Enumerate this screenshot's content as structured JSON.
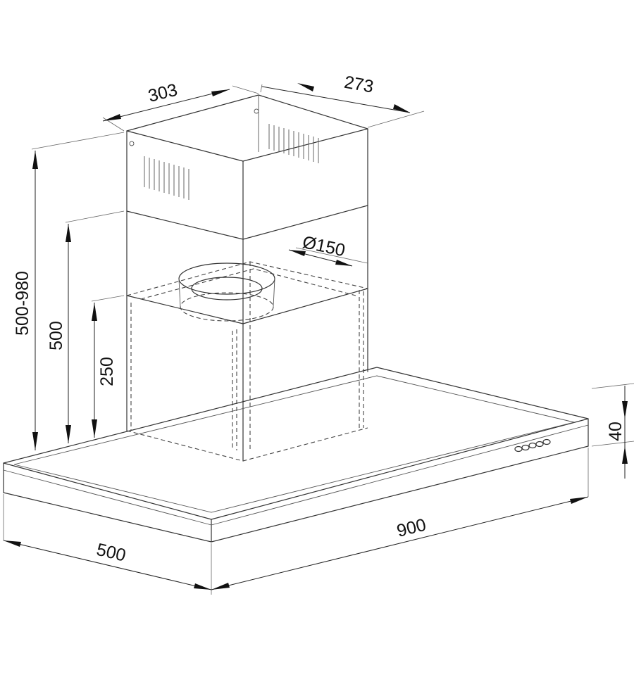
{
  "dimensions": {
    "chimney_width": "303",
    "chimney_depth": "273",
    "duct_diameter": "Ø150",
    "total_height": "500-980",
    "lower_chimney_height": "500",
    "motor_box_height": "250",
    "canopy_thickness": "40",
    "canopy_width": "900",
    "canopy_depth": "500"
  },
  "colors": {
    "line": "#333333",
    "text": "#111111",
    "background": "#ffffff"
  }
}
